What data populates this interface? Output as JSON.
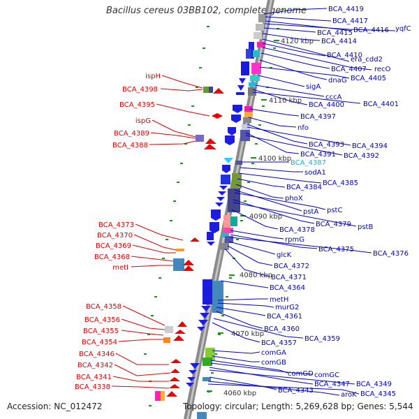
{
  "title": "Bacillus cereus 03BB102, complete genome",
  "footer": {
    "accession": "Accession: NC_012472",
    "topology": "Topology: circular; Length: 5,269,628 bp; Genes: 5,544"
  },
  "colors": {
    "left_label": "#dd0000",
    "right_label": "#0000cc",
    "highlight_label": "#00bbee",
    "backbone": "#888888",
    "tick": "#008800"
  },
  "scale_ticks": [
    "4120 kbp",
    "4110 kbp",
    "4100 kbp",
    "4090 kbp",
    "4080 kbp",
    "4070 kbp",
    "4060 kbp"
  ],
  "left_labels": [
    "ispH",
    "BCA_4398",
    "BCA_4395",
    "ispG",
    "BCA_4389",
    "BCA_4388",
    "BCA_4373",
    "BCA_4370",
    "BCA_4369",
    "BCA_4368",
    "metI",
    "BCA_4358",
    "BCA_4356",
    "BCA_4355",
    "BCA_4354",
    "BCA_4346",
    "BCA_4342",
    "BCA_4341",
    "BCA_4338"
  ],
  "right_labels": [
    "BCA_4419",
    "BCA_4417",
    "BCA_4416",
    "yqfC",
    "BCA_4415",
    "BCA_4414",
    "era_cdd2",
    "BCA_4410",
    "recO",
    "BCA_4407",
    "dnaG",
    "BCA_4405",
    "sigA",
    "cccA",
    "BCA_4400",
    "BCA_4401",
    "BCA_4397",
    "nfo",
    "BCA_4393",
    "BCA_4394",
    "BCA_4391",
    "BCA_4392",
    "BCA_4387",
    "sodA1",
    "BCA_4385",
    "BCA_4384",
    "phoX",
    "pstA",
    "pstC",
    "BCA_4379",
    "pstB",
    "BCA_4378",
    "rpmG",
    "BCA_4375",
    "BCA_4376",
    "glcK",
    "BCA_4372",
    "BCA_4371",
    "BCA_4364",
    "metH",
    "murG2",
    "BCA_4361",
    "BCA_4360",
    "BCA_4359",
    "BCA_4357",
    "comGA",
    "comGB",
    "comGD",
    "comGC",
    "BCA_4347",
    "BCA_4349",
    "BCA_4343",
    "aroK",
    "BCA_4345"
  ],
  "highlighted_label": "BCA_4387"
}
